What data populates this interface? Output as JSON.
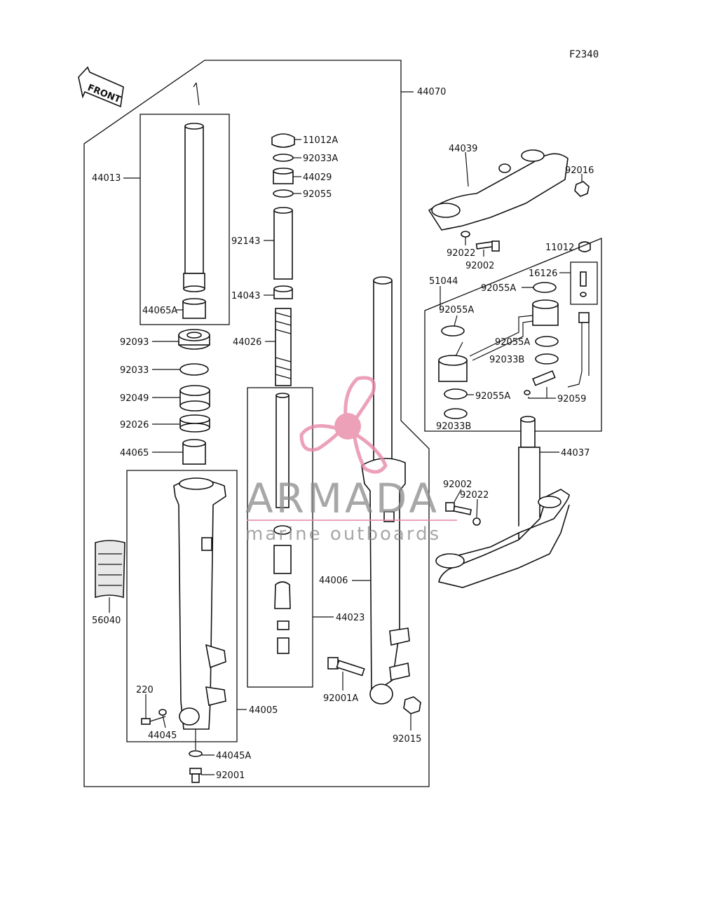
{
  "figure_code": "F2340",
  "front_label": "FRONT",
  "watermark": {
    "brand": "ARMADA",
    "tagline": "marine outboards",
    "accent_color": "#e88aa8"
  },
  "callouts": {
    "c44070": "44070",
    "c11012A": "11012A",
    "c92033A": "92033A",
    "c44029": "44029",
    "c92055": "92055",
    "c44013": "44013",
    "c92143": "92143",
    "c14043": "14043",
    "c44065A": "44065A",
    "c44026": "44026",
    "c92093": "92093",
    "c92033": "92033",
    "c92049": "92049",
    "c92026": "92026",
    "c44065": "44065",
    "c56040": "56040",
    "c44039": "44039",
    "c92016": "92016",
    "c92022a": "92022",
    "c92002a": "92002",
    "c11012": "11012",
    "c51044": "51044",
    "c16126": "16126",
    "c92055A_1": "92055A",
    "c92055A_2": "92055A",
    "c92055A_3": "92055A",
    "c92033B_1": "92033B",
    "c92055A_4": "92055A",
    "c92059": "92059",
    "c92033B_2": "92033B",
    "c44037": "44037",
    "c92002b": "92002",
    "c92022b": "92022",
    "c44006": "44006",
    "c44023": "44023",
    "c92001A": "92001A",
    "c92015": "92015",
    "c220": "220",
    "c44045": "44045",
    "c44005": "44005",
    "c44045A": "44045A",
    "c92001": "92001"
  }
}
